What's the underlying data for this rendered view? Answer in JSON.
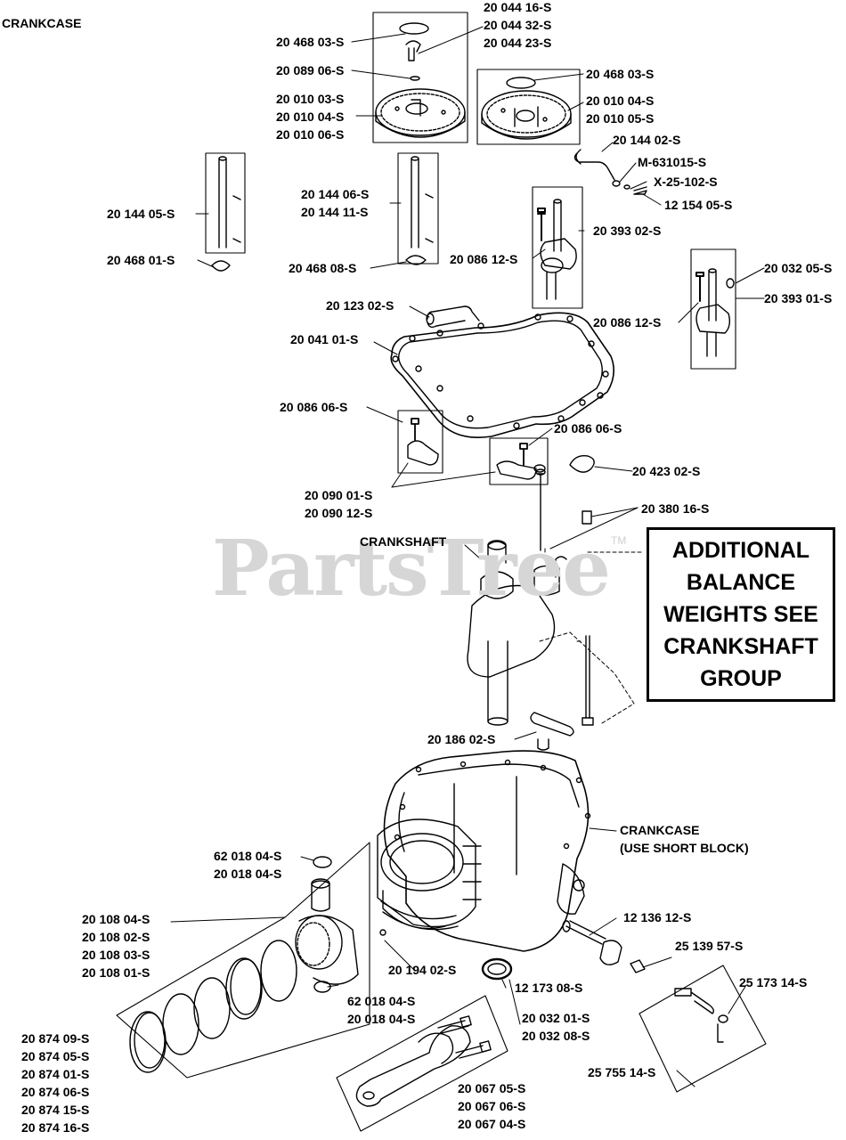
{
  "page_title": "CRANKCASE",
  "watermark": "PartsTree",
  "watermark_tm": "TM",
  "note_lines": [
    "ADDITIONAL",
    "BALANCE",
    "WEIGHTS SEE",
    "CRANKSHAFT",
    "GROUP"
  ],
  "labels": {
    "p_200441_group": [
      "20 044 16-S",
      "20 044 32-S",
      "20 044 23-S"
    ],
    "p_2046803_left": "20 468 03-S",
    "p_2008906": "20 089 06-S",
    "p_gear_left": [
      "20 010 03-S",
      "20 010 04-S",
      "20 010 06-S"
    ],
    "p_2046803_right": "20 468 03-S",
    "p_gear_right": [
      "20 010 04-S",
      "20 010 05-S"
    ],
    "p_2014402": "20 144 02-S",
    "p_m631015": "M-631015-S",
    "p_x25102": "X-25-102-S",
    "p_1215405": "12 154 05-S",
    "p_2014405": "20 144 05-S",
    "p_shaft_mid": [
      "20 144 06-S",
      "20 144 11-S"
    ],
    "p_2046801": "20 468 01-S",
    "p_2046808": "20 468 08-S",
    "p_2039302": "20 393 02-S",
    "p_2008612_a": "20 086 12-S",
    "p_2003205_top": "20 032 05-S",
    "p_2039301": "20 393 01-S",
    "p_2008612_b": "20 086 12-S",
    "p_2012302": "20 123 02-S",
    "p_2004101": "20 041 01-S",
    "p_2008606_a": "20 086 06-S",
    "p_2008606_b": "20 086 06-S",
    "p_2042302": "20 423 02-S",
    "p_counter": [
      "20 090 01-S",
      "20 090 12-S"
    ],
    "p_2038016": "20 380 16-S",
    "crankshaft": "CRANKSHAFT",
    "p_2018602": "20 186 02-S",
    "crankcase": [
      "CRANKCASE",
      "(USE SHORT BLOCK)"
    ],
    "p_pin_top": [
      "62 018 04-S",
      "20 018 04-S"
    ],
    "p_rings": [
      "20 108 04-S",
      "20 108 02-S",
      "20 108 03-S",
      "20 108 01-S"
    ],
    "p_1213612": "12 136 12-S",
    "p_2513957": "25 139 57-S",
    "p_2019402": "20 194 02-S",
    "p_1217308": "12 173 08-S",
    "p_2517314": "25 173 14-S",
    "p_pin_bottom": [
      "62 018 04-S",
      "20 018 04-S"
    ],
    "p_seal": [
      "20 032 01-S",
      "20 032 08-S"
    ],
    "p_2575514": "25 755 14-S",
    "p_pistons": [
      "20 874 09-S",
      "20 874 05-S",
      "20 874 01-S",
      "20 874 06-S",
      "20 874 15-S",
      "20 874 16-S"
    ],
    "p_rods": [
      "20 067 05-S",
      "20 067 06-S",
      "20 067 04-S"
    ]
  }
}
